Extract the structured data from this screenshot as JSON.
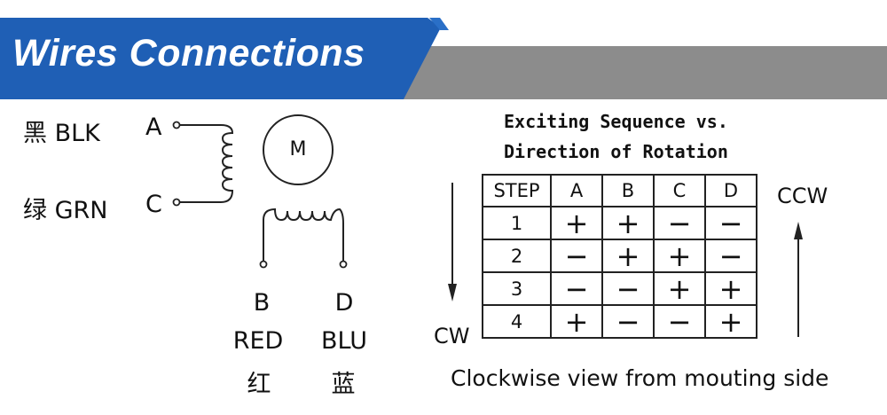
{
  "header": {
    "title": "Wires Connections",
    "blue": "#1f5fb5",
    "gray": "#8c8c8c"
  },
  "wiring": {
    "motor_label": "M",
    "coil1": {
      "wire_a": {
        "cn": "黑",
        "color": "BLK",
        "pin": "A"
      },
      "wire_c": {
        "cn": "绿",
        "color": "GRN",
        "pin": "C"
      }
    },
    "coil2": {
      "wire_b": {
        "pin": "B",
        "color": "RED",
        "cn": "红"
      },
      "wire_d": {
        "pin": "D",
        "color": "BLU",
        "cn": "蓝"
      }
    }
  },
  "sequence": {
    "title_line1": "Exciting Sequence vs.",
    "title_line2": "Direction of Rotation",
    "headers": [
      "STEP",
      "A",
      "B",
      "C",
      "D"
    ],
    "rows": [
      [
        "1",
        "+",
        "+",
        "−",
        "−"
      ],
      [
        "2",
        "−",
        "+",
        "+",
        "−"
      ],
      [
        "3",
        "−",
        "−",
        "+",
        "+"
      ],
      [
        "4",
        "+",
        "−",
        "−",
        "+"
      ]
    ],
    "cw_label": "CW",
    "ccw_label": "CCW",
    "footer": "Clockwise view from mouting side"
  }
}
